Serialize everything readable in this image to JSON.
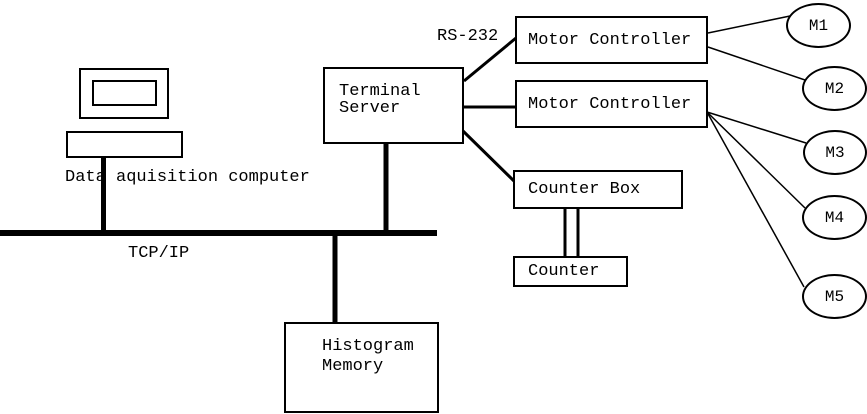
{
  "diagram": {
    "labels": {
      "computer": "Data aquisition computer",
      "bus": "TCP/IP",
      "serial_link": "RS-232"
    },
    "nodes": {
      "terminal_server": "Terminal\nServer",
      "motor_controller_1": "Motor Controller",
      "motor_controller_2": "Motor Controller",
      "counter_box": "Counter Box",
      "counter": "Counter",
      "histogram_memory": "Histogram\nMemory"
    },
    "motors": [
      {
        "label": "M1"
      },
      {
        "label": "M2"
      },
      {
        "label": "M3"
      },
      {
        "label": "M4"
      },
      {
        "label": "M5"
      }
    ],
    "colors": {
      "line": "#000000",
      "background": "#ffffff"
    }
  }
}
